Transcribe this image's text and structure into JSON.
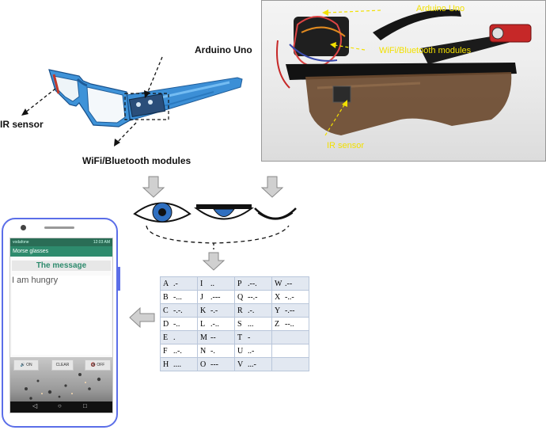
{
  "left_diagram": {
    "label_arduino": "Arduino Uno",
    "label_ir": "IR sensor",
    "label_modules": "WiFi/Bluetooth modules"
  },
  "photo_labels": {
    "arduino": "Arduino Uno",
    "modules": "WiFi/Bluetooth modules",
    "ir": "IR sensor"
  },
  "phone": {
    "status_left": "vodafone",
    "status_right": "12:03 AM",
    "app_title": "Morse glasses",
    "message_title": "The message",
    "message_text": "I am hungry",
    "btn_on": "ON",
    "btn_clear": "CLEAR",
    "btn_off": "OFF"
  },
  "morse_table": [
    [
      "A",
      ".-",
      "I",
      "..",
      "P",
      ".--.",
      "W",
      ".--"
    ],
    [
      "B",
      "-...",
      "J",
      ".---",
      "Q",
      "--.-",
      "X",
      "-..-"
    ],
    [
      "C",
      "-.-.",
      "K",
      "-.-",
      "R",
      ".-.",
      "Y",
      "-.--"
    ],
    [
      "D",
      "-..",
      "L",
      ".-..",
      "S",
      "...",
      "Z",
      "--.."
    ],
    [
      "E",
      ".",
      "M",
      "--",
      "T",
      "-",
      "",
      ""
    ],
    [
      "F",
      "..-.",
      "N",
      "-.",
      "U",
      "..-",
      "",
      ""
    ],
    [
      "H",
      "....",
      "O",
      "---",
      "V",
      "...-",
      "",
      ""
    ]
  ],
  "colors": {
    "phone_border": "#5b6ee8",
    "app_green": "#2e8b6d",
    "photo_label_yellow": "#f2e000",
    "table_stripe": "#e2e8f1"
  }
}
